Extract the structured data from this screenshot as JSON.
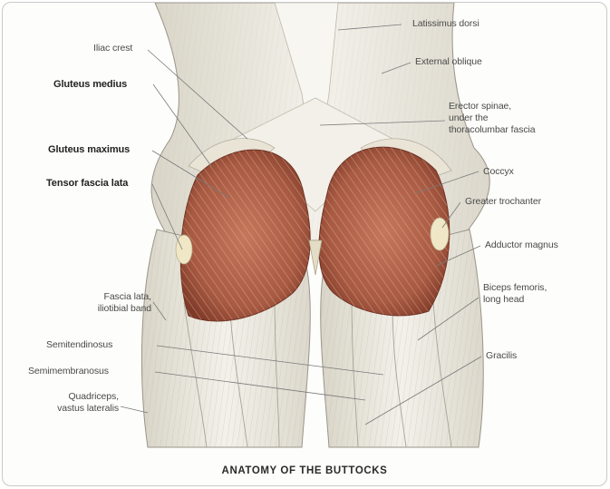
{
  "labels": {
    "latissimus_dorsi": "Latissimus dorsi",
    "iliac_crest": "Iliac crest",
    "external_oblique": "External oblique",
    "gluteus_medius": "Gluteus medius",
    "erector_spinae": "Erector spinae,\nunder the\nthoracolumbar fascia",
    "gluteus_maximus": "Gluteus maximus",
    "coccyx": "Coccyx",
    "tensor_fascia_lata": "Tensor fascia lata",
    "greater_trochanter": "Greater trochanter",
    "adductor_magnus": "Adductor magnus",
    "fascia_lata": "Fascia lata,\niliotibial band",
    "biceps_femoris": "Biceps femoris,\nlong head",
    "semitendinosus": "Semitendinosus",
    "gracilis": "Gracilis",
    "semimembranosus": "Semimembranosus",
    "quadriceps": "Quadriceps,\nvastus lateralis"
  },
  "caption": "ANATOMY OF THE BUTTOCKS",
  "colors": {
    "muscle": "#b5664e",
    "muscle_dark": "#8e3f2c",
    "fascia": "#e8e6dc",
    "outline": "#8f8a7e",
    "leader": "#7a7a7a"
  }
}
